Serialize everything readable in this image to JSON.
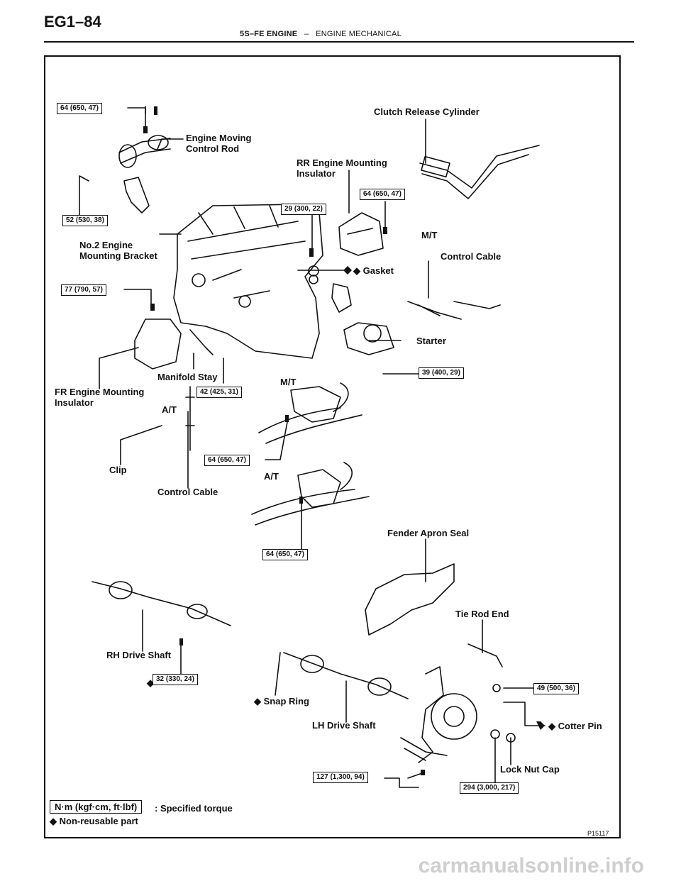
{
  "header": {
    "page_code": "EG1–84",
    "engine": "5S–FE ENGINE",
    "separator": "–",
    "section": "ENGINE MECHANICAL"
  },
  "labels": {
    "clutch_release_cylinder": "Clutch Release Cylinder",
    "engine_moving_control_rod_1": "Engine Moving",
    "engine_moving_control_rod_2": "Control Rod",
    "rr_mount_1": "RR Engine Mounting",
    "rr_mount_2": "Insulator",
    "mt_upper": "M/T",
    "no2_bracket_1": "No.2 Engine",
    "no2_bracket_2": "Mounting Bracket",
    "control_cable_upper": "Control Cable",
    "gasket": "Gasket",
    "starter": "Starter",
    "manifold_stay": "Manifold Stay",
    "fr_mount_1": "FR Engine Mounting",
    "fr_mount_2": "Insulator",
    "mt_mid": "M/T",
    "at_left": "A/T",
    "clip": "Clip",
    "control_cable_lower": "Control Cable",
    "at_mid": "A/T",
    "fender_apron_seal": "Fender Apron Seal",
    "tie_rod_end": "Tie Rod End",
    "rh_drive_shaft": "RH Drive Shaft",
    "snap_ring": "Snap Ring",
    "lh_drive_shaft": "LH Drive Shaft",
    "cotter_pin": "Cotter Pin",
    "lock_nut_cap": "Lock Nut Cap"
  },
  "torques": {
    "t1": "64 (650, 47)",
    "t2": "52 (530, 38)",
    "t3": "29 (300, 22)",
    "t4": "64 (650, 47)",
    "t5": "77 (790, 57)",
    "t6": "39 (400, 29)",
    "t7": "42 (425, 31)",
    "t8": "64 (650, 47)",
    "t9": "64 (650, 47)",
    "t10": "32 (330, 24)",
    "t11": "49 (500, 36)",
    "t12": "127 (1,300, 94)",
    "t13": "294 (3,000, 217)"
  },
  "legend": {
    "unit_box": "N·m (kgf·cm, ft·lbf)",
    "unit_desc": ": Specified torque",
    "non_reusable": "Non-reusable part",
    "diamond": "◆"
  },
  "figure_id": "P15117",
  "watermark": "carmanualsonline.info"
}
